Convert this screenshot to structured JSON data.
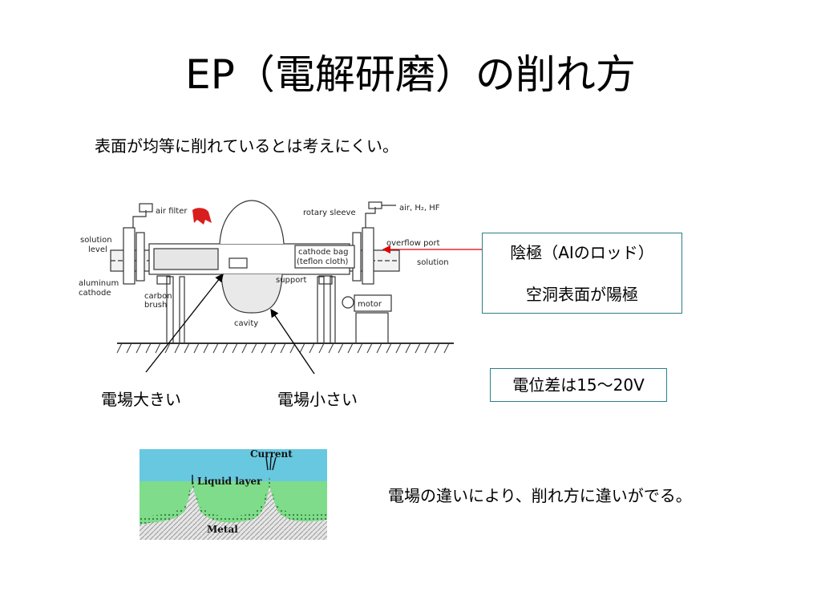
{
  "slide": {
    "title": "EP（電解研磨）の削れ方",
    "subtitle": "表面が均等に削れているとは考えにくい。",
    "cathode_box": {
      "line1": "陰極（AIのロッド）",
      "line2": "空洞表面が陽極"
    },
    "voltage_box": "電位差は15～20V",
    "field_large": "電場大きい",
    "field_small": "電場小さい",
    "conclusion": "電場の違いにより、削れ方に違いがでる。"
  },
  "apparatus_diagram": {
    "labels": {
      "air_filter": "air filter",
      "rotary_sleeve": "rotary sleeve",
      "gas_inlet": "air, H₂, HF",
      "solution_level_1": "solution",
      "solution_level_2": "level",
      "aluminum_1": "aluminum",
      "aluminum_2": "cathode",
      "cathode_bag_1": "cathode bag",
      "cathode_bag_2": "(teflon cloth)",
      "overflow_port": "overflow port",
      "solution_in": "solution",
      "support": "support",
      "carbon_brush_1": "carbon",
      "carbon_brush_2": "brush",
      "cavity": "cavity",
      "motor": "motor"
    }
  },
  "micro_diagram": {
    "labels": {
      "current": "Current",
      "liquid_layer": "Liquid layer",
      "metal": "Metal"
    }
  },
  "colors": {
    "box_border": "#2c7f86",
    "pointer_arrow": "#e00000",
    "liquid": "#7fdc8a",
    "sky": "#68c8e0"
  }
}
